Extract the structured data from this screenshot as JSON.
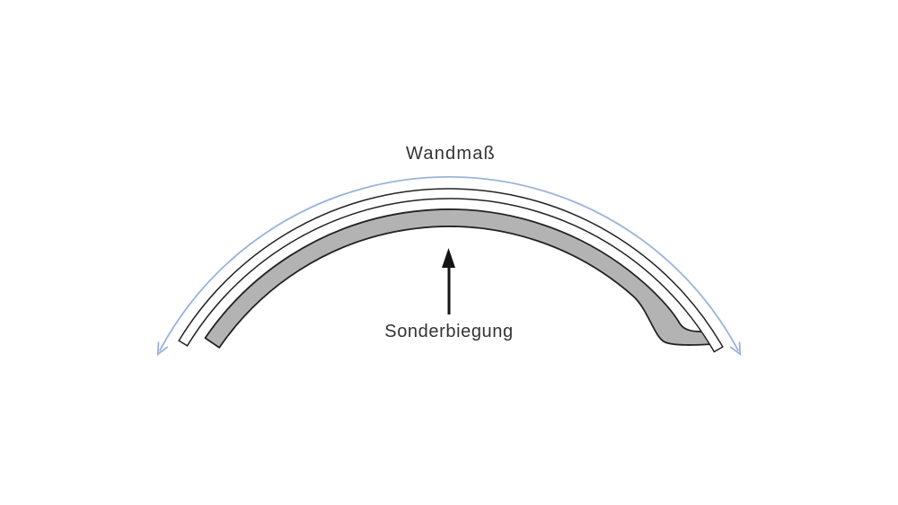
{
  "diagram": {
    "labels": {
      "top": "Wandmaß",
      "bottom": "Sonderbiegung"
    },
    "icons": {
      "measure_arrow": "double-ended-arc-arrow",
      "bend_arrow": "up-arrow"
    },
    "colors": {
      "measure_arc": "#9bb3da",
      "outline": "#232323",
      "rail_fill": "#b3b3b3",
      "template_fill": "#ffffff",
      "bend_arrow": "#141414",
      "text": "#333333",
      "background": "#ffffff"
    }
  }
}
